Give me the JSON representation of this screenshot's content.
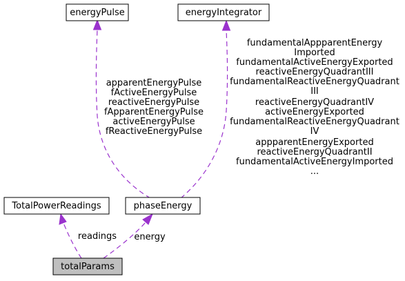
{
  "colors": {
    "edge": "#9a32cd",
    "selected_fill": "#bfbfbf",
    "node_border": "#000000"
  },
  "nodes": {
    "energy_pulse": "energyPulse",
    "energy_integrator": "energyIntegrator",
    "total_power_readings": "TotalPowerReadings",
    "phase_energy": "phaseEnergy",
    "total_params": "totalParams"
  },
  "edges": {
    "pulse_labels": [
      "apparentEnergyPulse",
      "fActiveEnergyPulse",
      "reactiveEnergyPulse",
      "fApparentEnergyPulse",
      "activeEnergyPulse",
      "fReactiveEnergyPulse"
    ],
    "integrator_labels": [
      "fundamentalAppparentEnergy",
      "Imported",
      "fundamentalActiveEnergyExported",
      "reactiveEnergyQuadrantIII",
      "fundamentalReactiveEnergyQuadrant",
      "III",
      "reactiveEnergyQuadrantIV",
      "activeEnergyExported",
      "fundamentalReactiveEnergyQuadrant",
      "IV",
      "appparentEnergyExported",
      "reactiveEnergyQuadrantII",
      "fundamentalActiveEnergyImported",
      "..."
    ],
    "readings_label": "readings",
    "energy_label": "energy"
  }
}
